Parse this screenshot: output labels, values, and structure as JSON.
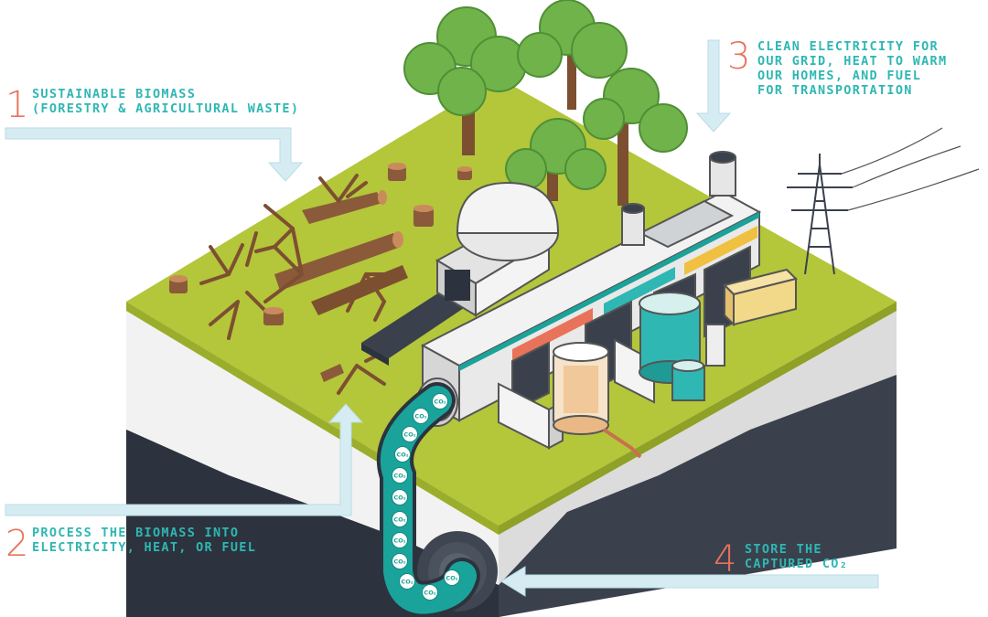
{
  "steps": [
    {
      "number": "1",
      "lines": [
        "SUSTAINABLE BIOMASS",
        "(FORESTRY & AGRICULTURAL WASTE)"
      ]
    },
    {
      "number": "2",
      "lines": [
        "PROCESS THE BIOMASS INTO",
        "ELECTRICITY, HEAT, OR FUEL"
      ]
    },
    {
      "number": "3",
      "lines": [
        "CLEAN ELECTRICITY FOR",
        "OUR GRID, HEAT TO WARM",
        "OUR HOMES, AND FUEL",
        "FOR TRANSPORTATION"
      ]
    },
    {
      "number": "4",
      "lines": [
        "STORE THE",
        "CAPTURED CO₂"
      ]
    }
  ],
  "co2_label": "CO₂",
  "colors": {
    "accent_number": "#e8735a",
    "accent_text": "#2fb7b3",
    "arrow": "#d6ecf3",
    "grass": "#b4c63a",
    "soil_light": "#f1f1f1",
    "soil_dark": "#2c333e",
    "pipe": "#1aa39a"
  }
}
